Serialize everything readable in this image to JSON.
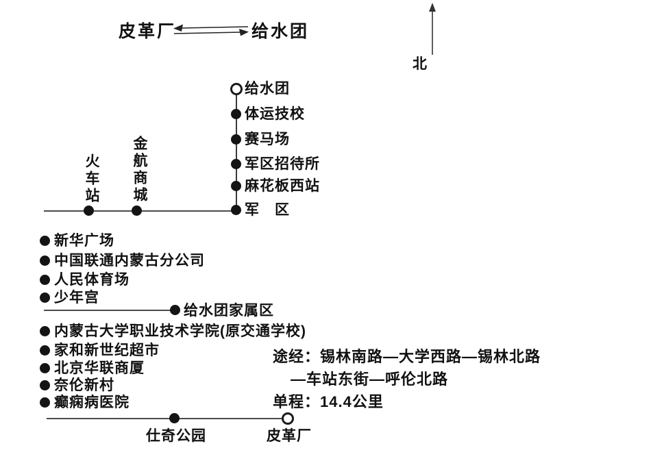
{
  "header": {
    "left_terminal": "皮革厂",
    "right_terminal": "给水团"
  },
  "compass": {
    "north_label": "北"
  },
  "route_info": {
    "via_label": "途经：",
    "via_line1": "锡林南路—大学西路—锡林北路",
    "via_line2": "—车站东街—呼伦北路",
    "distance_label": "单程：",
    "distance_value": "14.4公里"
  },
  "stops": {
    "north_branch": [
      {
        "name": "给水团",
        "terminal": true
      },
      {
        "name": "体运技校",
        "terminal": false
      },
      {
        "name": "赛马场",
        "terminal": false
      },
      {
        "name": "军区招待所",
        "terminal": false
      },
      {
        "name": "麻花板西站",
        "terminal": false
      },
      {
        "name": "军　区",
        "terminal": false
      }
    ],
    "middle_branch": [
      {
        "name": "火车站"
      },
      {
        "name": "金航商城"
      }
    ],
    "west_column": [
      {
        "name": "新华广场"
      },
      {
        "name": "中国联通内蒙古分公司"
      },
      {
        "name": "人民体育场"
      },
      {
        "name": "少年宫"
      },
      {
        "name": "给水团家属区"
      },
      {
        "name": "内蒙古大学职业技术学院(原交通学校)"
      },
      {
        "name": "家和新世纪超市"
      },
      {
        "name": "北京华联商厦"
      },
      {
        "name": "奈伦新村"
      },
      {
        "name": "癫痫病医院"
      }
    ],
    "south_branch": [
      {
        "name": "仕奇公园",
        "terminal": false
      },
      {
        "name": "皮革厂",
        "terminal": true
      }
    ]
  }
}
